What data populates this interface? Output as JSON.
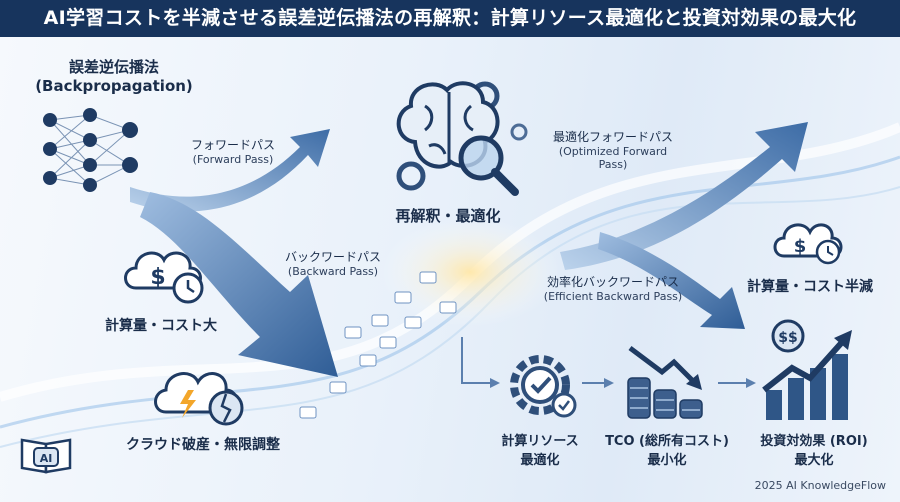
{
  "title": "AI学習コストを半減させる誤差逆伝播法の再解釈：計算リソース最適化と投資対効果の最大化",
  "backprop": {
    "ja": "誤差逆伝播法",
    "en": "(Backpropagation)"
  },
  "forward_pass": {
    "ja": "フォワードパス",
    "en": "(Forward Pass)"
  },
  "backward_pass": {
    "ja": "バックワードパス",
    "en": "(Backward Pass)"
  },
  "cost_large": "計算量・コスト大",
  "cloud_bankrupt": "クラウド破産・無限調整",
  "reinterpret": "再解釈・最適化",
  "optimized_forward": {
    "ja": "最適化フォワードパス",
    "en1": "(Optimized Forward",
    "en2": "Pass)"
  },
  "efficient_backward": {
    "ja": "効率化バックワードパス",
    "en": "(Efficient Backward Pass)"
  },
  "cost_half": "計算量・コスト半減",
  "step1": {
    "line1": "計算リソース",
    "line2": "最適化"
  },
  "step2": {
    "line1": "TCO (総所有コスト)",
    "line2": "最小化"
  },
  "step3": {
    "line1": "投資対効果 (ROI)",
    "line2": "最大化"
  },
  "icons": {
    "dollar": "$",
    "dollars": "$$",
    "ai_book": "AI"
  },
  "copyright": "2025 AI KnowledgeFlow",
  "colors": {
    "title_bg": "#17345d",
    "arrow_blue": "#3f6fa8",
    "icon_navy": "#1f3b63"
  }
}
